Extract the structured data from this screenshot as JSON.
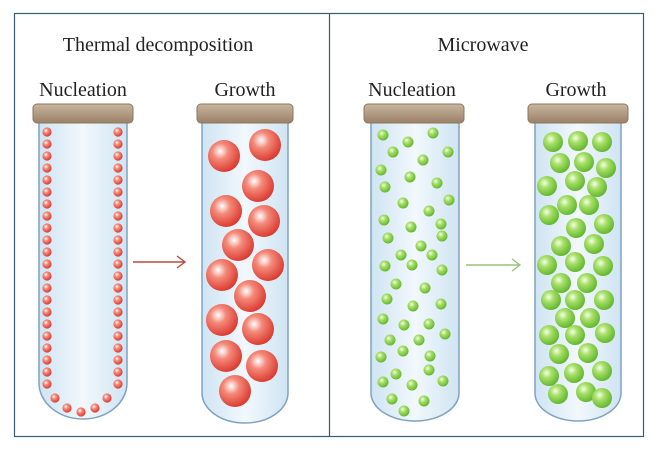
{
  "panels": [
    {
      "title": "Thermal decomposition",
      "stage_left": "Nucleation",
      "stage_right": "Growth",
      "particle_color": "#e0483a",
      "arrow_color": "#b84a43"
    },
    {
      "title": "Microwave",
      "stage_left": "Nucleation",
      "stage_right": "Growth",
      "particle_color": "#6cc52b",
      "arrow_color": "#95c37a"
    }
  ],
  "colors": {
    "frame": "#3a5a78",
    "tube_fill": "#e4f1fb",
    "tube_stroke": "#7fa3bf",
    "cap": "#b39b82"
  }
}
